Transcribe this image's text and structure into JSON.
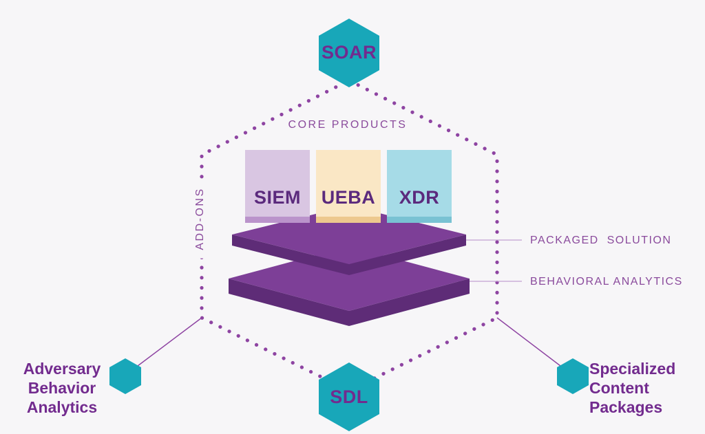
{
  "colors": {
    "background": "#f7f6f8",
    "teal": "#18a7b9",
    "purple_dark": "#722b8e",
    "purple_label": "#8a4a9c",
    "dot": "#8e44a2",
    "leader_line": "#c2a0d1",
    "platform_top": "#7d3f97",
    "platform_side": "#5e2c77",
    "box_text": "#5b2a7d",
    "siem_face": "#d9c6e2",
    "siem_edge": "#ba93cb",
    "ueba_face": "#fae7c5",
    "ueba_edge": "#edc88e",
    "xdr_face": "#a6dbe7",
    "xdr_edge": "#79c2d3"
  },
  "nodes": {
    "soar": "SOAR",
    "sdl": "SDL"
  },
  "core_products": {
    "title": "CORE PRODUCTS",
    "items": [
      {
        "label": "SIEM"
      },
      {
        "label": "UEBA"
      },
      {
        "label": "XDR"
      }
    ]
  },
  "layer_labels": {
    "packaged": "PACKAGED  SOLUTION",
    "behavioral": "BEHAVIORAL ANALYTICS"
  },
  "addons": "ADD-ONS",
  "callouts": {
    "left": {
      "lines": [
        "Adversary",
        "Behavior",
        "Analytics"
      ]
    },
    "right": {
      "lines": [
        "Specialized",
        "Content",
        "Packages"
      ]
    }
  }
}
